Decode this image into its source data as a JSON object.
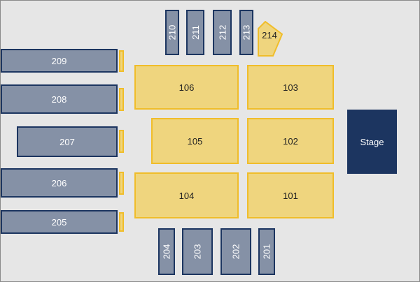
{
  "venue_map": {
    "colors": {
      "background": "#e6e6e6",
      "upper_fill": "#8591a6",
      "upper_border": "#1c3560",
      "floor_fill": "#efd57e",
      "floor_border": "#f0bd2a",
      "stage_fill": "#1c3560"
    },
    "stage": {
      "label": "Stage"
    },
    "upper_sections": {
      "s201": "201",
      "s202": "202",
      "s203": "203",
      "s204": "204",
      "s205": "205",
      "s206": "206",
      "s207": "207",
      "s208": "208",
      "s209": "209",
      "s210": "210",
      "s211": "211",
      "s212": "212",
      "s213": "213",
      "s214": "214"
    },
    "floor_sections": {
      "s101": "101",
      "s102": "102",
      "s103": "103",
      "s104": "104",
      "s105": "105",
      "s106": "106"
    }
  }
}
